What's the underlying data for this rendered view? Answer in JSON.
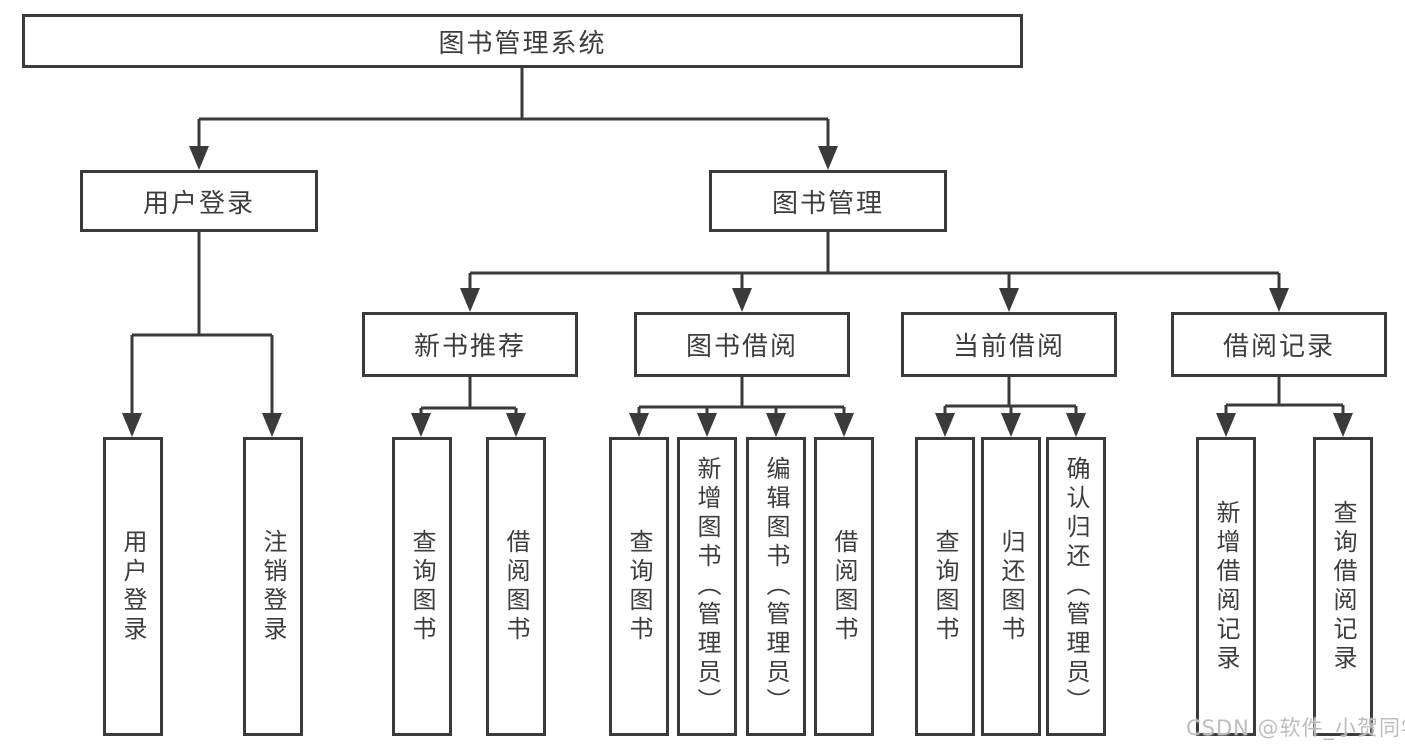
{
  "diagram_title": "图书管理系统",
  "tree": {
    "label": "图书管理系统",
    "children": [
      {
        "label": "用户登录",
        "children": [
          {
            "label": "用户登录"
          },
          {
            "label": "注销登录"
          }
        ]
      },
      {
        "label": "图书管理",
        "children": [
          {
            "label": "新书推荐",
            "children": [
              {
                "label": "查询图书"
              },
              {
                "label": "借阅图书"
              }
            ]
          },
          {
            "label": "图书借阅",
            "children": [
              {
                "label": "查询图书"
              },
              {
                "label": "新增图书（管理员）"
              },
              {
                "label": "编辑图书（管理员）"
              },
              {
                "label": "借阅图书"
              }
            ]
          },
          {
            "label": "当前借阅",
            "children": [
              {
                "label": "查询图书"
              },
              {
                "label": "归还图书"
              },
              {
                "label": "确认归还（管理员）"
              }
            ]
          },
          {
            "label": "借阅记录",
            "children": [
              {
                "label": "新增借阅记录"
              },
              {
                "label": "查询借阅记录"
              }
            ]
          }
        ]
      }
    ]
  },
  "watermark": {
    "text": "CSDN @软件_小贺同学"
  },
  "colors": {
    "line": "#3a3a3a",
    "box_border": "#3a3a3a",
    "box_bg": "#ffffff",
    "text": "#3d3d3d",
    "watermark": "#bdbdbd",
    "background": "#ffffff"
  }
}
